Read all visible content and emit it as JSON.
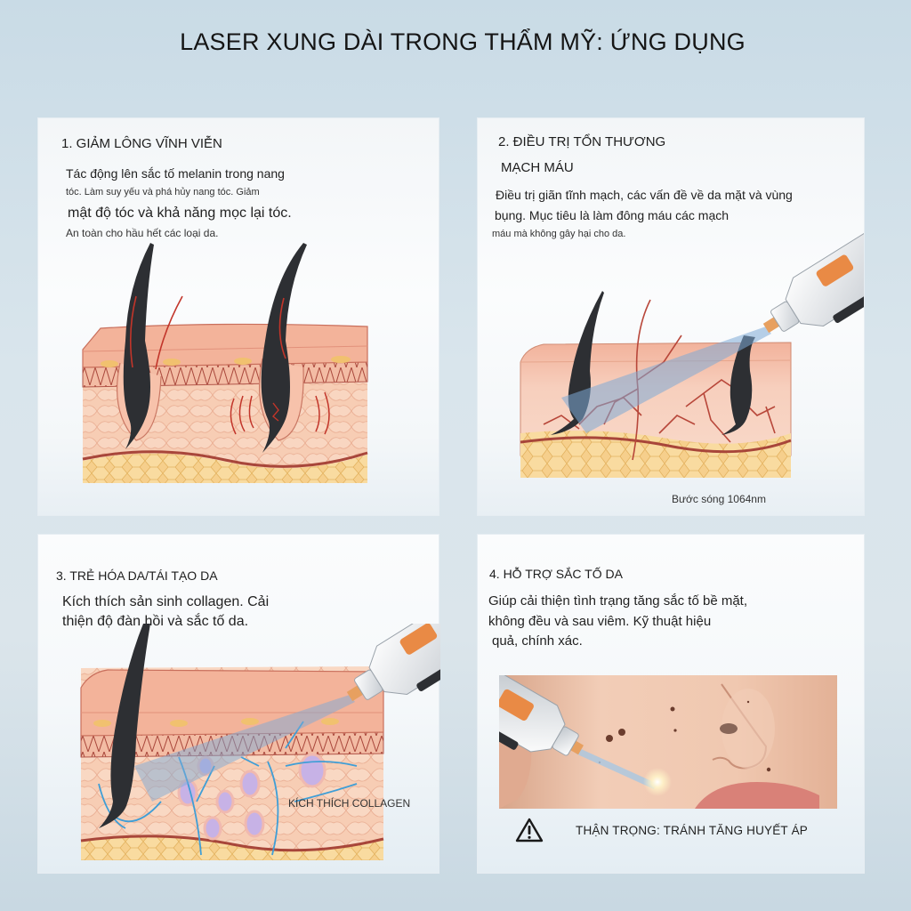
{
  "page": {
    "title": "LASER XUNG DÀI TRONG THẨM MỸ: ỨNG DỤNG"
  },
  "panels": [
    {
      "heading": "1. GIẢM LÔNG VĨNH VIỄN",
      "lines": [
        "Tác động lên sắc tố melanin trong nang",
        "tóc. Làm suy yếu và phá hủy nang tóc. Giảm",
        "mật độ tóc và khả năng mọc lại tóc.",
        "An toàn cho hầu hết các loại da."
      ],
      "illustration": "hair-follicle-cross-section"
    },
    {
      "heading_line1": "2. ĐIỀU TRỊ TỔN THƯƠNG",
      "heading_line2": "MẠCH MÁU",
      "lines": [
        "Điều trị giãn tĩnh mạch, các vấn đề về da mặt và vùng",
        "bụng. Mục tiêu là làm đông máu các mạch",
        "máu mà không gây hại cho da."
      ],
      "caption": "Bước sóng 1064nm",
      "illustration": "vascular-laser-treatment"
    },
    {
      "heading": "3. TRẺ HÓA DA/TÁI TẠO DA",
      "lines": [
        "Kích thích sản sinh collagen. Cải",
        "thiện độ đàn hồi và sắc tố da."
      ],
      "annotation": "KÍCH THÍCH COLLAGEN",
      "illustration": "collagen-stimulation"
    },
    {
      "heading": "4. HỖ TRỢ SẮC TỐ DA",
      "lines": [
        "Giúp cải thiện tình trạng tăng sắc tố bề mặt,",
        "không đều và sau viêm. Kỹ thuật hiệu",
        "quả, chính xác."
      ],
      "warning": "THẬN TRỌNG: TRÁNH TĂNG HUYẾT ÁP",
      "warning_icon": "warning-triangle-icon",
      "illustration": "face-pigmentation-laser"
    }
  ],
  "colors": {
    "background": "#d3e1ea",
    "panel": "#f7f9fb",
    "epidermis": "#f2b9a0",
    "dermis": "#f6cdb5",
    "fat": "#f6cf8c",
    "vessel": "#b8473a",
    "hair": "#2d2f33",
    "laser_beam": "#7ea9d6",
    "handpiece_accent": "#e98a45",
    "collagen_fiber": "#3f9ed6"
  }
}
